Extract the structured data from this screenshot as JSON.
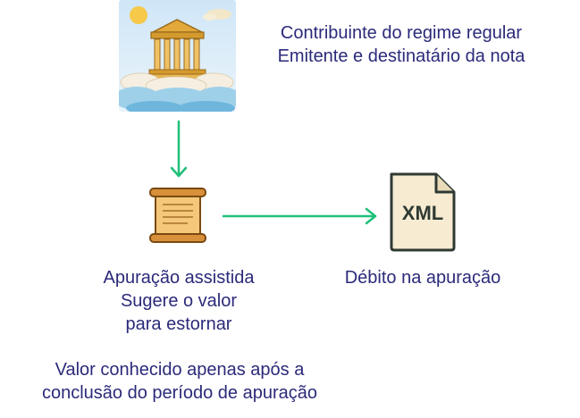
{
  "taxpayer": {
    "line1": "Contribuinte do regime regular",
    "line2": "Emitente e destinatário da nota",
    "icon": "greek-temple-in-clouds"
  },
  "assisted": {
    "line1": "Apuração assistida",
    "line2": "Sugere o valor",
    "line3": "para estornar",
    "icon": "paper-scroll"
  },
  "debit": {
    "label": "Débito na apuração",
    "icon": "xml-document",
    "file_label": "XML"
  },
  "note": {
    "line1": "Valor conhecido apenas após a",
    "line2": "conclusão do período de apuração"
  },
  "colors": {
    "text": "#2b2a7a",
    "arrow": "#1fbf7a"
  }
}
